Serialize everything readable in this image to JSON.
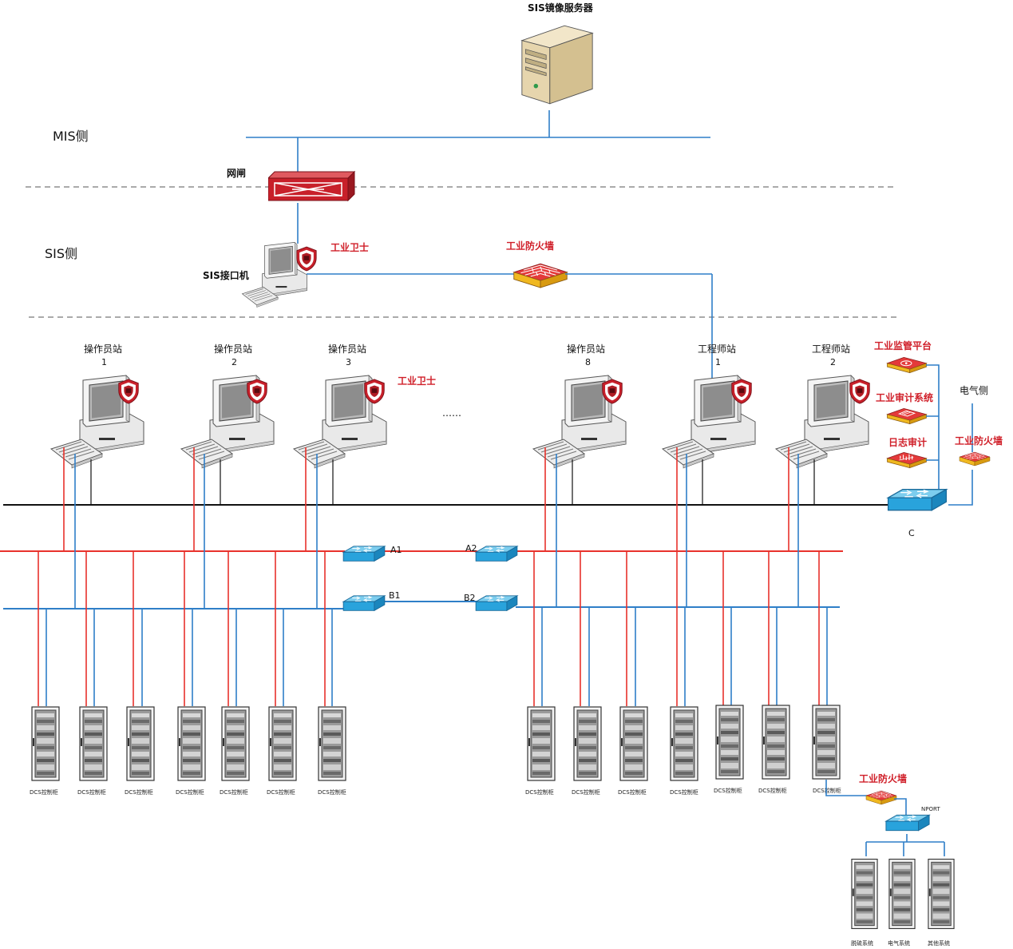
{
  "zones": {
    "mis": "MIS侧",
    "sis": "SIS侧",
    "electric": "电气侧"
  },
  "devices": {
    "sis_mirror_server": "SIS镜像服务器",
    "gateway": "网闸",
    "sis_interface": "SIS接口机",
    "guard_sis": "工业卫士",
    "firewall_sis": "工业防火墙",
    "guard_ops": "工业卫士",
    "ellipsis": "……",
    "monitor_platform": "工业监管平台",
    "audit_system": "工业审计系统",
    "log_audit": "日志审计",
    "firewall_electric": "工业防火墙",
    "firewall_nport": "工业防火墙",
    "nport": "NPORT",
    "switch_c": "C",
    "switch_a1": "A1",
    "switch_a2": "A2",
    "switch_b1": "B1",
    "switch_b2": "B2"
  },
  "stations": [
    {
      "name": "操作员站",
      "num": "1"
    },
    {
      "name": "操作员站",
      "num": "2"
    },
    {
      "name": "操作员站",
      "num": "3"
    },
    {
      "name": "操作员站",
      "num": "8"
    },
    {
      "name": "工程师站",
      "num": "1"
    },
    {
      "name": "工程师站",
      "num": "2"
    }
  ],
  "cabinets_left": [
    "DCS控制柜",
    "DCS控制柜",
    "DCS控制柜",
    "DCS控制柜",
    "DCS控制柜",
    "DCS控制柜",
    "DCS控制柜"
  ],
  "cabinets_right": [
    "DCS控制柜",
    "DCS控制柜",
    "DCS控制柜",
    "DCS控制柜",
    "DCS控制柜",
    "DCS控制柜",
    "DCS控制柜"
  ],
  "subsystems": [
    "脱硫系统",
    "电气系统",
    "其他系统"
  ],
  "colors": {
    "red_net": "#e8322c",
    "blue_net": "#2f7fc8",
    "security_red": "#d0202a",
    "switch_blue": "#29a3dc"
  },
  "icons": {
    "server": "tower-server-icon",
    "gateway": "gateway-appliance-icon",
    "workstation": "crt-workstation-icon",
    "shield": "shield-icon",
    "firewall": "firewall-appliance-icon",
    "switch": "network-switch-icon",
    "cabinet": "control-cabinet-icon"
  }
}
